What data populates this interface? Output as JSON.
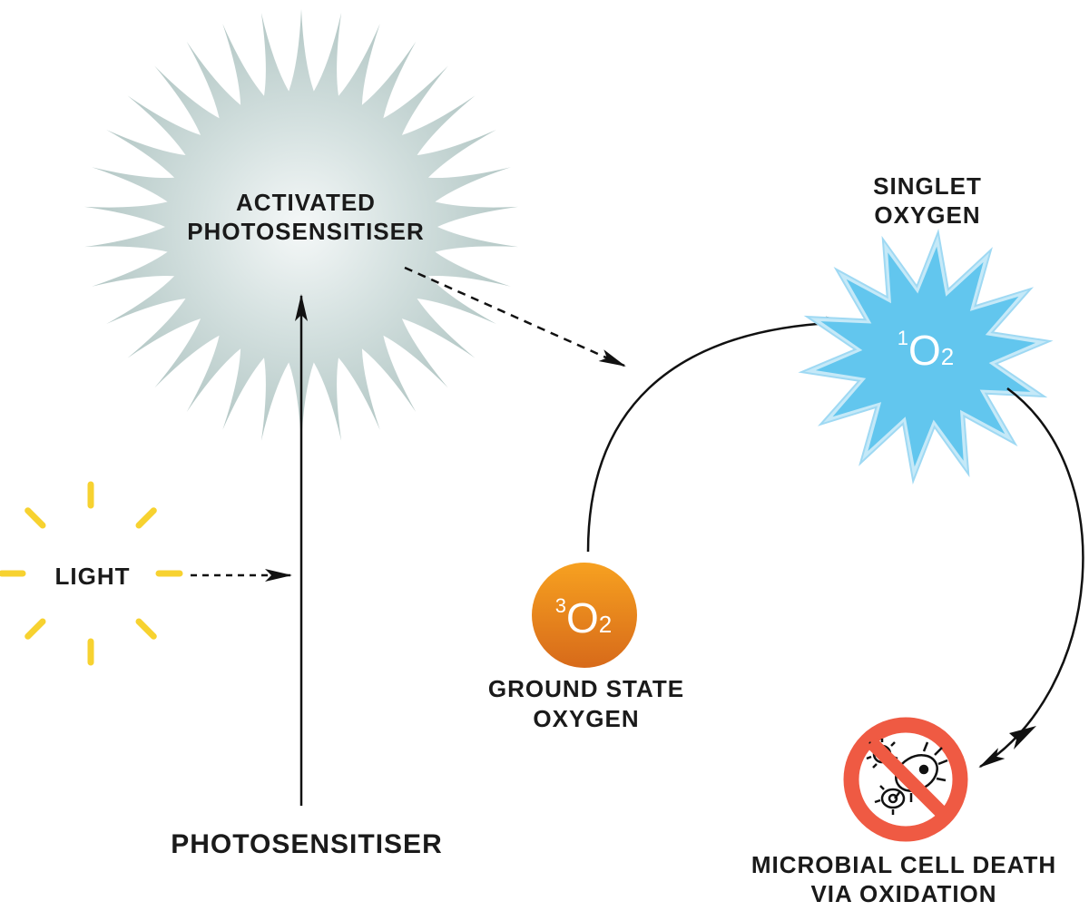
{
  "labels": {
    "activated_line1": "ACTIVATED",
    "activated_line2": "PHOTOSENSITISER",
    "light": "LIGHT",
    "photosensitiser": "PHOTOSENSITISER",
    "singlet_line1": "SINGLET",
    "singlet_line2": "OXYGEN",
    "ground_line1": "GROUND STATE",
    "ground_line2": "OXYGEN",
    "death_line1": "MICROBIAL CELL DEATH",
    "death_line2": "VIA OXIDATION"
  },
  "singlet_symbol": {
    "superscript": "1",
    "element": "O",
    "subscript": "2"
  },
  "ground_symbol": {
    "superscript": "3",
    "element": "O",
    "subscript": "2"
  },
  "icons": {
    "activated": "spiky-burst-icon",
    "light": "sun-rays-icon",
    "singlet": "star-burst-icon",
    "ground": "orange-circle-icon",
    "death": "no-microbe-icon"
  },
  "colors": {
    "activated_burst": "#b9ccca",
    "light_rays": "#f7d230",
    "singlet_star": "#62c6ee",
    "ground_orange": "#f39321",
    "prohibit_red": "#ef5a43",
    "arrows": "#111111"
  }
}
